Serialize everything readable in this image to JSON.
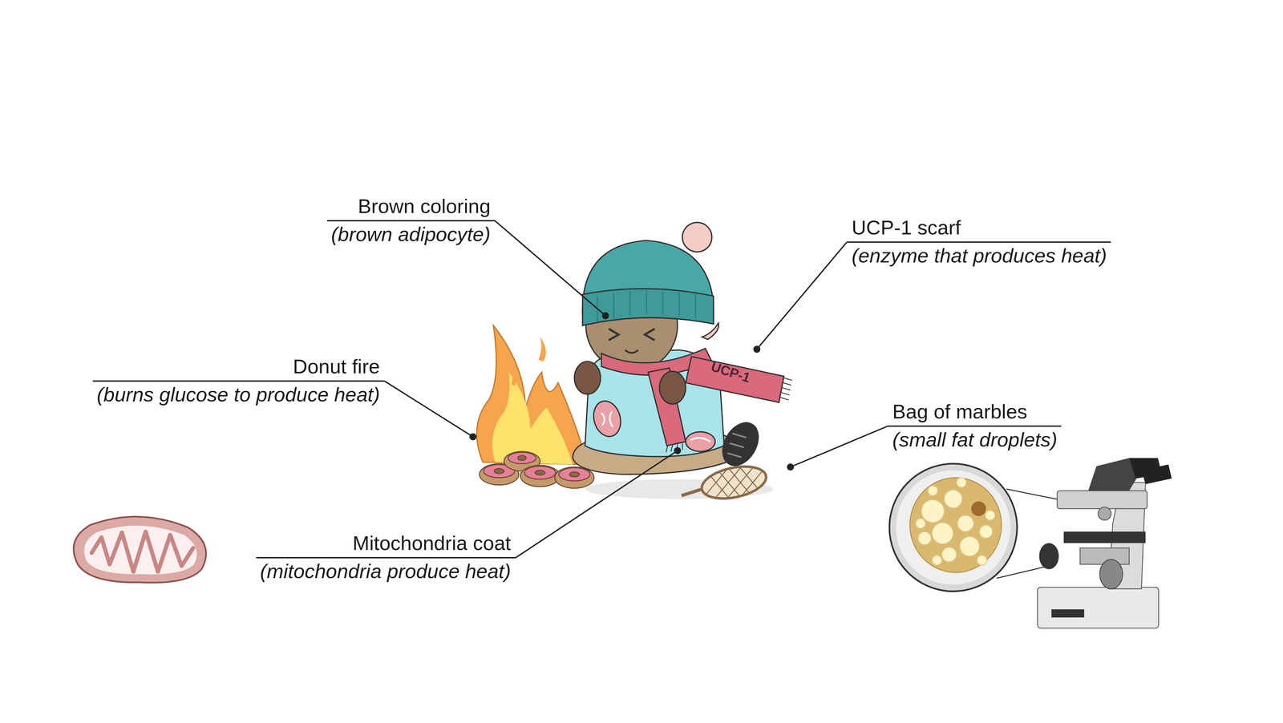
{
  "diagram": {
    "labels": [
      "Brown coloring",
      "(brown adipocyte)",
      "UCP-1 scarf",
      "(enzyme that produces heat)",
      "Donut fire",
      "(burns glucose to produce heat)",
      "UCP-1",
      "Bag of marbles",
      "(small fat droplets)",
      "Mitochondria coat",
      "(mitochondria produce heat)"
    ]
  }
}
